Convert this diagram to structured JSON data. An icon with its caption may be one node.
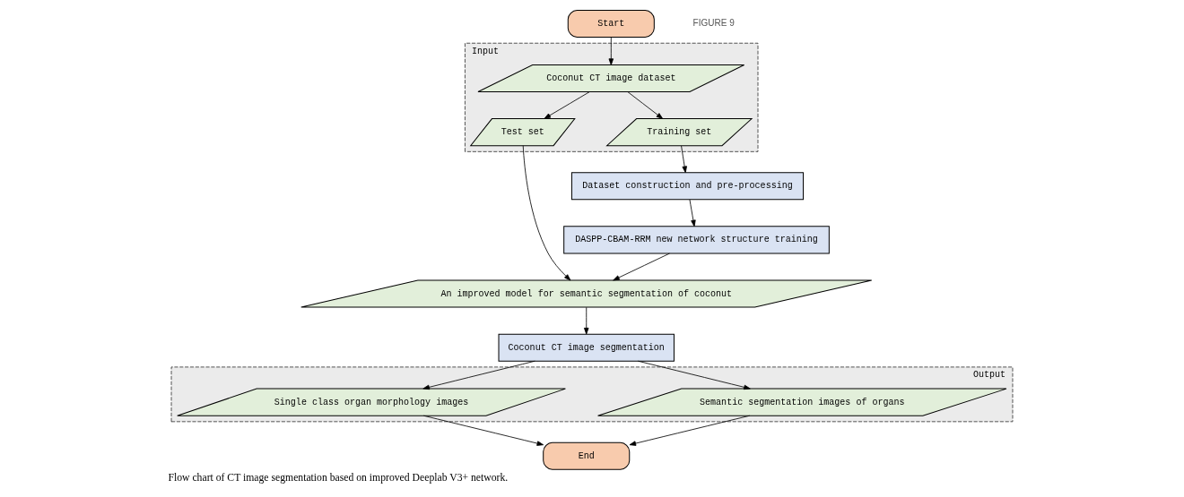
{
  "diagram": {
    "caption": "Flow chart of CT image segmentation based on improved Deeplab V3+ network.",
    "nodes": [
      {
        "text": [
          "Start"
        ]
      },
      {
        "text": [
          "Input"
        ]
      },
      {
        "text": [
          "Coconut CT image dataset"
        ],
        "in": 1
      },
      {
        "text": [
          "Test set"
        ],
        "in": 1
      },
      {
        "text": [
          "Training set"
        ],
        "in": 1
      },
      {
        "text": [
          "Dataset construction and pre-processing"
        ]
      },
      {
        "text": [
          "DASPP-CBAM-RRM new network structure training"
        ]
      },
      {
        "text": [
          "An improved model for semantic segmentation of coconut"
        ]
      },
      {
        "text": [
          "Coconut CT image segmentation"
        ]
      },
      {
        "text": [
          "Output"
        ]
      },
      {
        "text": [
          "Semantic segmentation images of organs"
        ],
        "in": 9
      },
      {
        "text": [
          "Single class organ morphology images"
        ],
        "in": 9
      },
      {
        "text": [
          "End"
        ]
      }
    ],
    "edges": [
      {
        "from": 0,
        "to": 2,
        "arrow": "to"
      },
      {
        "from": 2,
        "to": 3,
        "arrow": "to"
      },
      {
        "from": 2,
        "to": 4,
        "arrow": "to"
      },
      {
        "from": 4,
        "to": 5,
        "arrow": "to"
      },
      {
        "from": 5,
        "to": 6,
        "arrow": "to"
      },
      {
        "from": 6,
        "to": 7,
        "arrow": "to"
      },
      {
        "from": 3,
        "to": 7,
        "arrow": "to"
      },
      {
        "from": 7,
        "to": 8,
        "arrow": "to"
      },
      {
        "from": 8,
        "to": 10,
        "arrow": "to"
      },
      {
        "from": 8,
        "to": 11,
        "arrow": "to"
      },
      {
        "from": 10,
        "to": 12,
        "arrow": "to"
      },
      {
        "from": 11,
        "to": 12,
        "arrow": "to"
      }
    ],
    "labels": [
      "FIGURE 9"
    ]
  }
}
